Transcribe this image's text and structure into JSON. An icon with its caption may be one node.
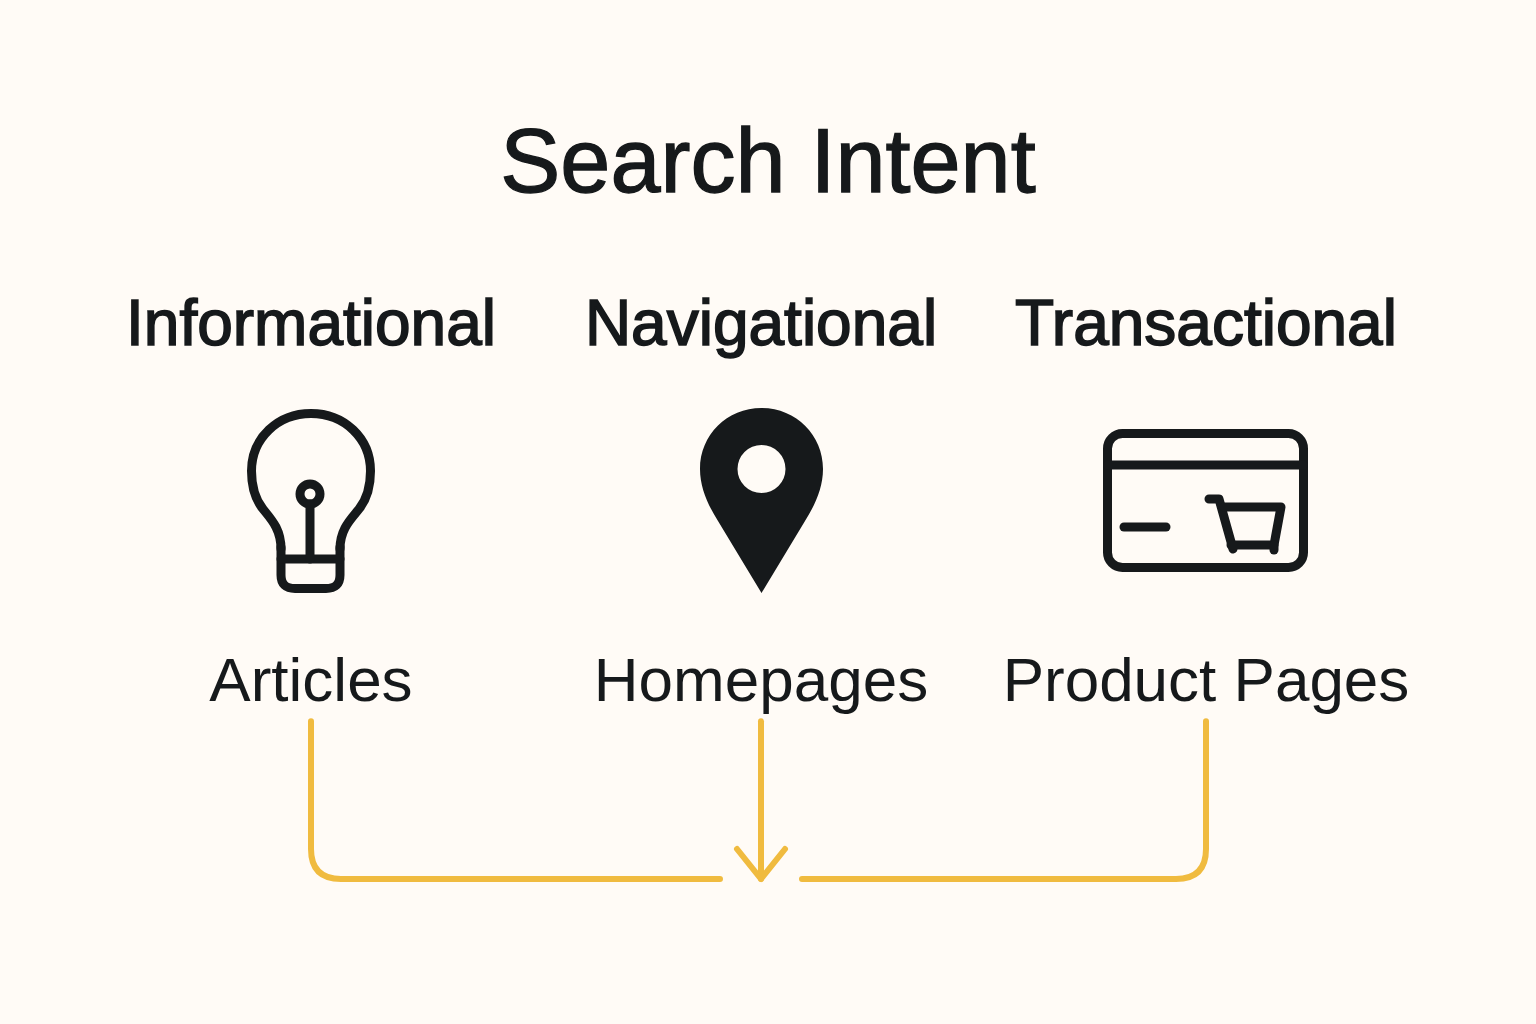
{
  "diagram": {
    "title": "Search Intent",
    "nodes": [
      {
        "text": [
          "Articles"
        ]
      },
      {
        "text": [
          "Homepages"
        ]
      },
      {
        "text": [
          "Product Pages"
        ]
      }
    ],
    "edges": [
      {
        "from": 0,
        "to": null,
        "arrow": "none"
      },
      {
        "from": 1,
        "to": null,
        "arrow": "to"
      },
      {
        "from": 2,
        "to": null,
        "arrow": "none"
      }
    ],
    "labels": [
      "Informational",
      "Navigational",
      "Transactional"
    ]
  }
}
